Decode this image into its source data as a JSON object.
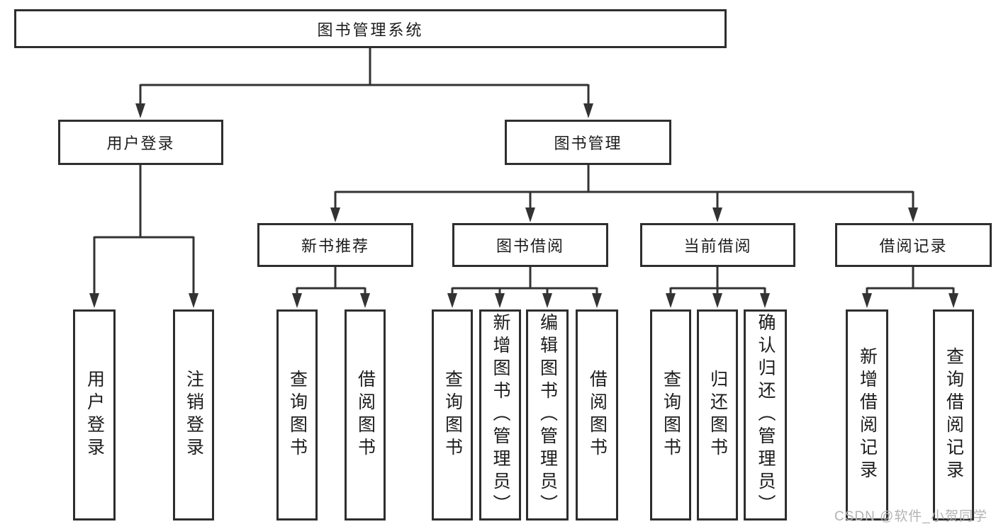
{
  "diagram": {
    "root": {
      "label": "图书管理系统"
    },
    "level2": [
      {
        "label": "用户登录"
      },
      {
        "label": "图书管理"
      }
    ],
    "level3": [
      {
        "label": "新书推荐"
      },
      {
        "label": "图书借阅"
      },
      {
        "label": "当前借阅"
      },
      {
        "label": "借阅记录"
      }
    ],
    "leaves": [
      {
        "label": "用户登录"
      },
      {
        "label": "注销登录"
      },
      {
        "label": "查询图书"
      },
      {
        "label": "借阅图书"
      },
      {
        "label": "查询图书"
      },
      {
        "label": "新增图书（管理员）"
      },
      {
        "label": "编辑图书（管理员）"
      },
      {
        "label": "借阅图书"
      },
      {
        "label": "查询图书"
      },
      {
        "label": "归还图书"
      },
      {
        "label": "确认归还（管理员）"
      },
      {
        "label": "新增借阅记录"
      },
      {
        "label": "查询借阅记录"
      }
    ]
  },
  "watermark": {
    "text": "CSDN @软件_小贺同学"
  },
  "colors": {
    "line": "#333333",
    "border": "#2e2e2e",
    "text": "#1c1c1c",
    "watermark": "#b3b3b3",
    "background": "#ffffff"
  }
}
